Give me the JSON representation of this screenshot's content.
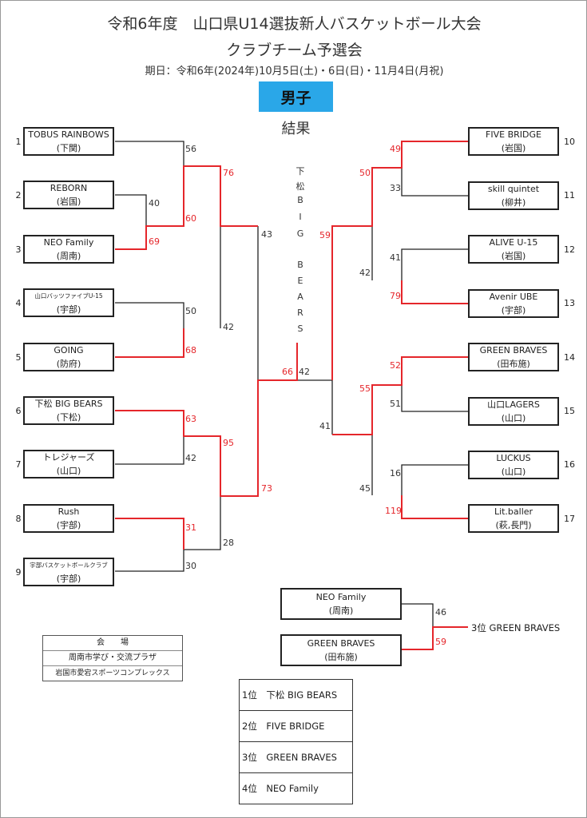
{
  "header": {
    "title": "令和6年度　山口県U14選抜新人バスケットボール大会",
    "subtitle": "クラブチーム予選会",
    "dates": "期日：令和6年(2024年)10月5日(土)・6日(日)・11月4日(月祝)",
    "gender": "男子",
    "result_label": "結果"
  },
  "colors": {
    "winner": "#e5262b",
    "line": "#222222",
    "gender_bg": "#2aa7e8"
  },
  "left_teams": [
    {
      "seed": "1",
      "name": "TOBUS RAINBOWS",
      "city": "(下関)"
    },
    {
      "seed": "2",
      "name": "REBORN",
      "city": "(岩国)"
    },
    {
      "seed": "3",
      "name": "NEO Family",
      "city": "(周南)"
    },
    {
      "seed": "4",
      "name": "山口バッツファイブU-15",
      "city": "(宇部)"
    },
    {
      "seed": "5",
      "name": "GOING",
      "city": "(防府)"
    },
    {
      "seed": "6",
      "name": "下松 BIG BEARS",
      "city": "(下松)"
    },
    {
      "seed": "7",
      "name": "トレジャーズ",
      "city": "(山口)"
    },
    {
      "seed": "8",
      "name": "Rush",
      "city": "(宇部)"
    },
    {
      "seed": "9",
      "name": "宇部バスケットボールクラブ",
      "city": "(宇部)"
    }
  ],
  "right_teams": [
    {
      "seed": "10",
      "name": "FIVE BRIDGE",
      "city": "(岩国)"
    },
    {
      "seed": "11",
      "name": "skill quintet",
      "city": "(柳井)"
    },
    {
      "seed": "12",
      "name": "ALIVE U-15",
      "city": "(岩国)"
    },
    {
      "seed": "13",
      "name": "Avenir UBE",
      "city": "(宇部)"
    },
    {
      "seed": "14",
      "name": "GREEN BRAVES",
      "city": "(田布施)"
    },
    {
      "seed": "15",
      "name": "山口LAGERS",
      "city": "(山口)"
    },
    {
      "seed": "16",
      "name": "LUCKUS",
      "city": "(山口)"
    },
    {
      "seed": "17",
      "name": "Lit.baller",
      "city": "(萩,長門)"
    }
  ],
  "scores": {
    "l1": "56",
    "l2": "40",
    "l3": "69",
    "l23": "60",
    "l1w": "76",
    "l45": "50",
    "l5": "68",
    "lTop42": "42",
    "lTop43": "43",
    "l6": "63",
    "l7": "42",
    "l8": "31",
    "l9": "30",
    "l89": "28",
    "lBot95": "95",
    "lBot73": "73",
    "final_left": "66",
    "final_right": "42",
    "r10": "49",
    "r11": "33",
    "r1011": "50",
    "r12": "41",
    "r13": "79",
    "r1213": "42",
    "rTop59": "59",
    "r14": "52",
    "r15": "51",
    "r1415": "55",
    "r16": "16",
    "r17": "119",
    "r1617": "45",
    "rBot41": "41"
  },
  "champion_vertical": [
    "下",
    "松",
    "B",
    "I",
    "G",
    "B",
    "E",
    "A",
    "R",
    "S"
  ],
  "third_place": {
    "team_a": {
      "name": "NEO Family",
      "city": "(周南)",
      "score": "46"
    },
    "team_b": {
      "name": "GREEN BRAVES",
      "city": "(田布施)",
      "score": "59"
    },
    "label": "3位 GREEN BRAVES"
  },
  "venue": {
    "header": "会　　場",
    "v1": "周南市学び・交流プラザ",
    "v2": "岩国市愛宕スポーツコンプレックス"
  },
  "ranking": [
    "1位　下松 BIG BEARS",
    "2位　FIVE BRIDGE",
    "3位　GREEN BRAVES",
    "4位　NEO Family"
  ]
}
